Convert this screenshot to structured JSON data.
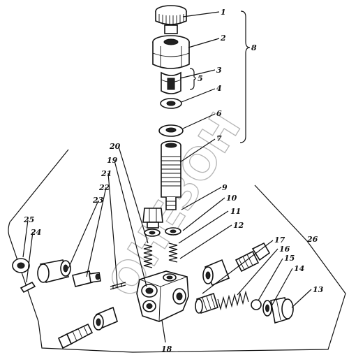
{
  "diagram": {
    "labels": [
      "1",
      "2",
      "3",
      "4",
      "5",
      "6",
      "7",
      "8",
      "9",
      "10",
      "11",
      "12",
      "13",
      "14",
      "15",
      "16",
      "17",
      "18",
      "19",
      "20",
      "21",
      "22",
      "23",
      "24",
      "25",
      "26"
    ],
    "watermark": "ОНЕЗОН"
  }
}
